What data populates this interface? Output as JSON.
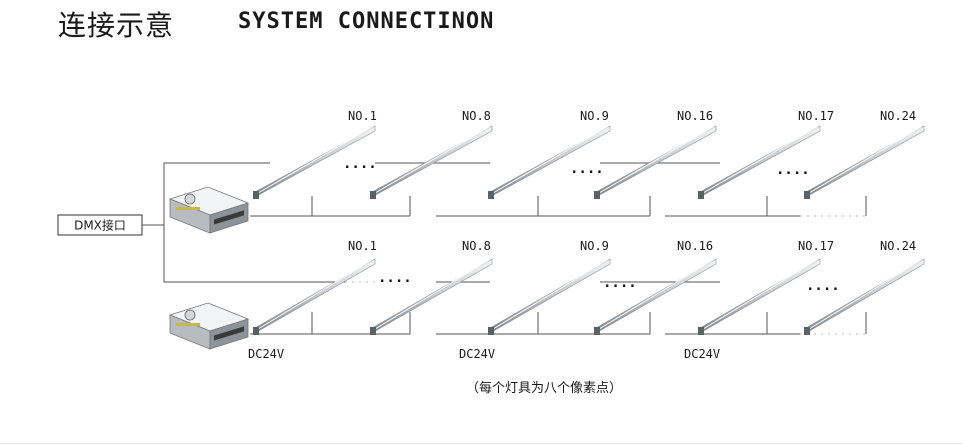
{
  "title": {
    "cn": "连接示意",
    "en": "SYSTEM CONNECTINON"
  },
  "dmx_label": "DMX接口",
  "rows": [
    {
      "labels": [
        "NO.1",
        "NO.8",
        "NO.9",
        "NO.16",
        "NO.17",
        "NO.24"
      ],
      "gap_dots": [
        "....",
        "....",
        "...."
      ]
    },
    {
      "labels": [
        "NO.1",
        "NO.8",
        "NO.9",
        "NO.16",
        "NO.17",
        "NO.24"
      ],
      "gap_dots": [
        "....",
        "....",
        "...."
      ]
    }
  ],
  "power_labels": [
    "DC24V",
    "DC24V",
    "DC24V"
  ],
  "note": "（每个灯具为八个像素点）",
  "colors": {
    "line": "#555555",
    "bar_light": "#e6e8ea",
    "bar_dark": "#8a9096",
    "bracket": "#5a6068"
  }
}
